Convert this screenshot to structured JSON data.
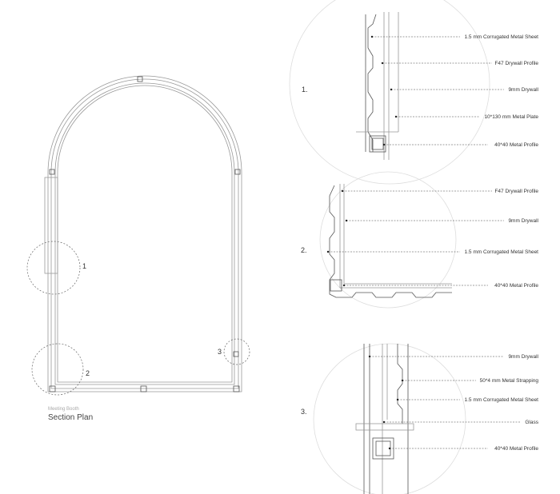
{
  "plan": {
    "subtitle": "Meeting Booth",
    "title": "Section Plan",
    "callouts": [
      "1",
      "2",
      "3"
    ]
  },
  "details": [
    {
      "number": "1.",
      "labels": [
        "1.5 mm Corrugated Metal Sheet",
        "F47 Drywall Profile",
        "9mm Drywall",
        "10*130 mm Metal Plate",
        "40*40 Metal Profile"
      ]
    },
    {
      "number": "2.",
      "labels": [
        "F47 Drywall Profile",
        "9mm Drywall",
        "1.5 mm Corrugated Metal Sheet",
        "40*40 Metal Profile"
      ]
    },
    {
      "number": "3.",
      "labels": [
        "9mm Drywall",
        "50*4 mm Metal Strapping",
        "1.5 mm Corrugated Metal Sheet",
        "Glass",
        "40*40 Metal Profile"
      ]
    }
  ]
}
